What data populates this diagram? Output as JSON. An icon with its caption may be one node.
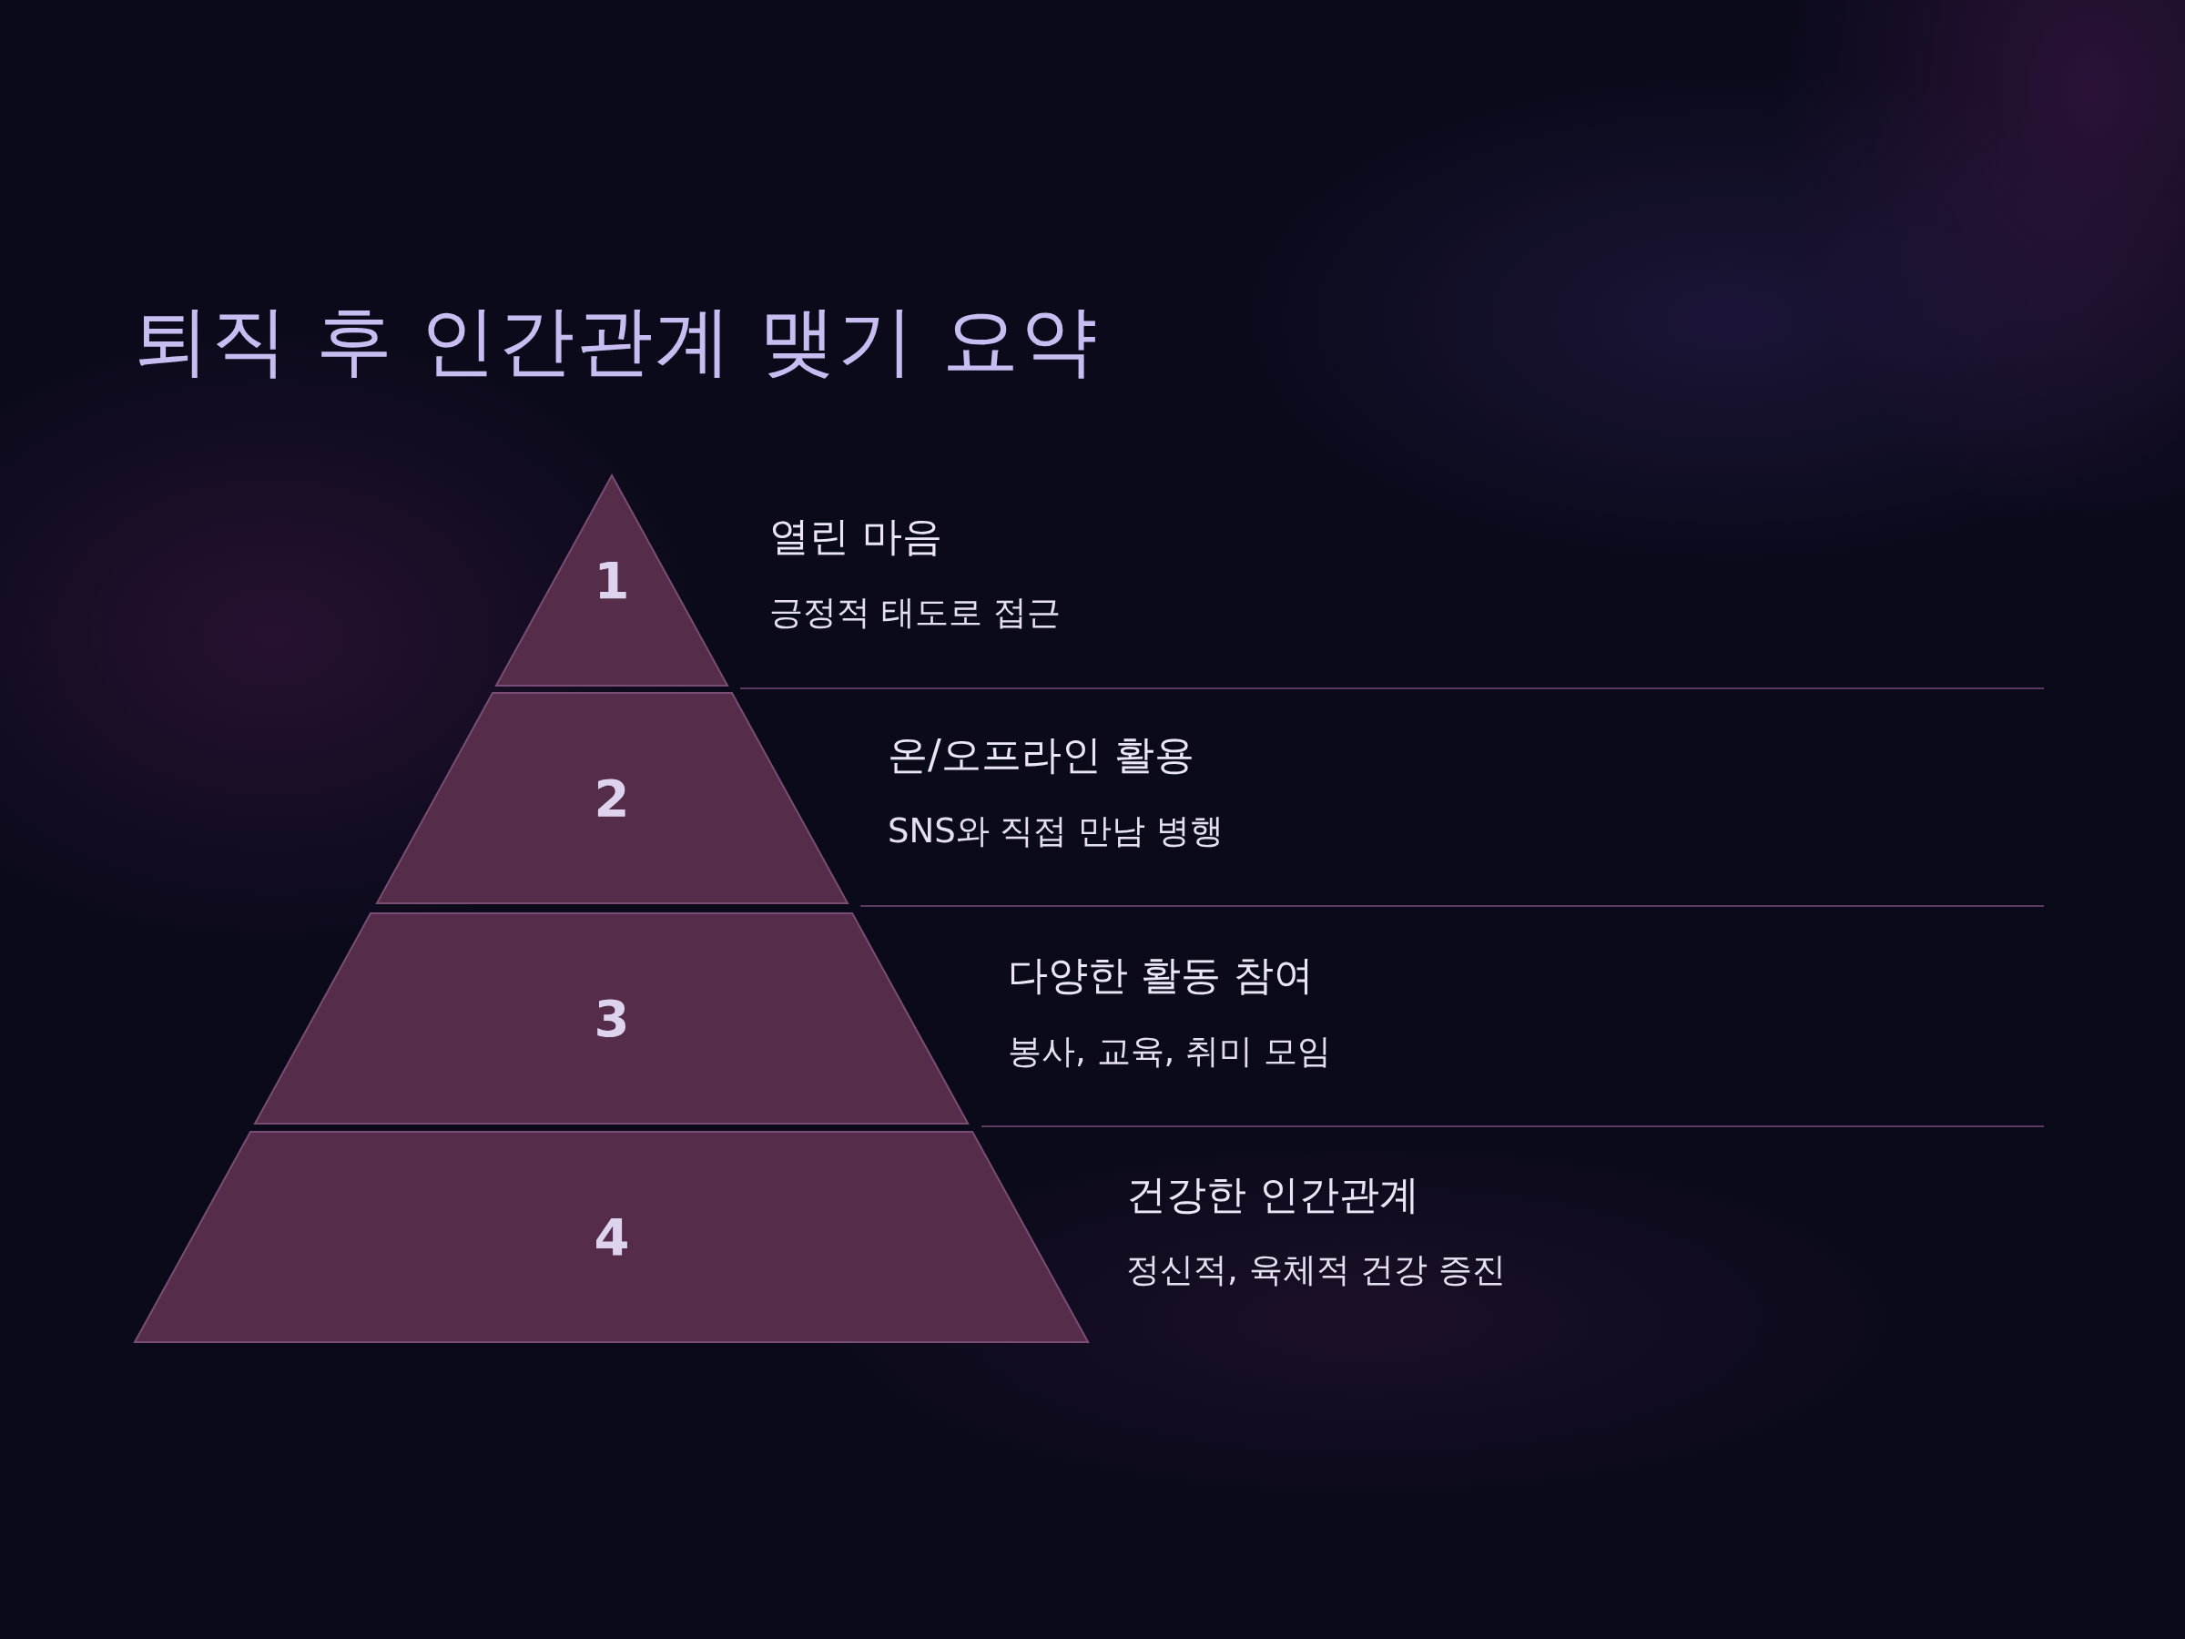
{
  "diagram": {
    "title": "퇴직 후 인간관계 맺기 요약",
    "nodes": [
      {
        "text": [
          "1"
        ],
        "beside": [
          "열린 마음",
          "긍정적 태도로 접근"
        ]
      },
      {
        "text": [
          "2"
        ],
        "beside": [
          "온/오프라인 활용",
          "SNS와 직접 만남 병행"
        ]
      },
      {
        "text": [
          "3"
        ],
        "beside": [
          "다양한 활동 참여",
          "봉사, 교육, 취미 모임"
        ]
      },
      {
        "text": [
          "4"
        ],
        "beside": [
          "건강한 인간관계",
          "정신적, 육체적 건강 증진"
        ]
      }
    ]
  }
}
